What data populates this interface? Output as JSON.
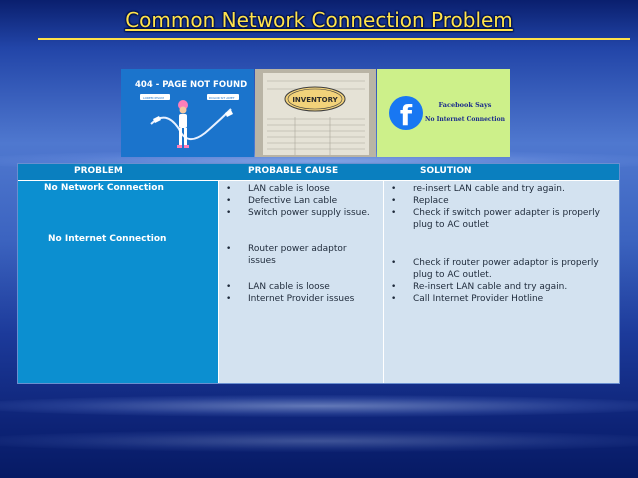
{
  "slide": {
    "title": "Common Network Connection Problem"
  },
  "images": {
    "page_not_found": {
      "heading": "404 - PAGE NOT FOUND",
      "btn1": "LOREM IPSUM",
      "btn2": "DOLOR SIT AMET"
    },
    "inventory": {
      "stamp": "INVENTORY"
    },
    "facebook": {
      "line1": "Facebook Says",
      "line2": "No Internet Connection",
      "logo_letter": "f"
    }
  },
  "table": {
    "headers": [
      "PROBLEM",
      "PROBABLE CAUSE",
      "SOLUTION"
    ],
    "problems": [
      "No Network Connection",
      "No Internet Connection"
    ],
    "causes": [
      "LAN cable is loose",
      "Defective Lan cable",
      "Switch power supply issue.",
      "Router power adaptor",
      "issues",
      "LAN cable is loose",
      "Internet Provider issues"
    ],
    "solutions": [
      "re-insert LAN cable and try again.",
      "Replace",
      "Check if switch  power adapter is properly",
      "plug to AC outlet",
      "Check if router power adaptor is properly",
      "plug to AC outlet.",
      "Re-insert LAN cable and try again.",
      "Call Internet Provider Hotline"
    ],
    "bullet": "•"
  },
  "colors": {
    "title": "#ffe24a",
    "header_bg": "#0a7fbf",
    "problem_col_bg": "#0c8fd0",
    "cell_bg": "#d3e2f0"
  }
}
